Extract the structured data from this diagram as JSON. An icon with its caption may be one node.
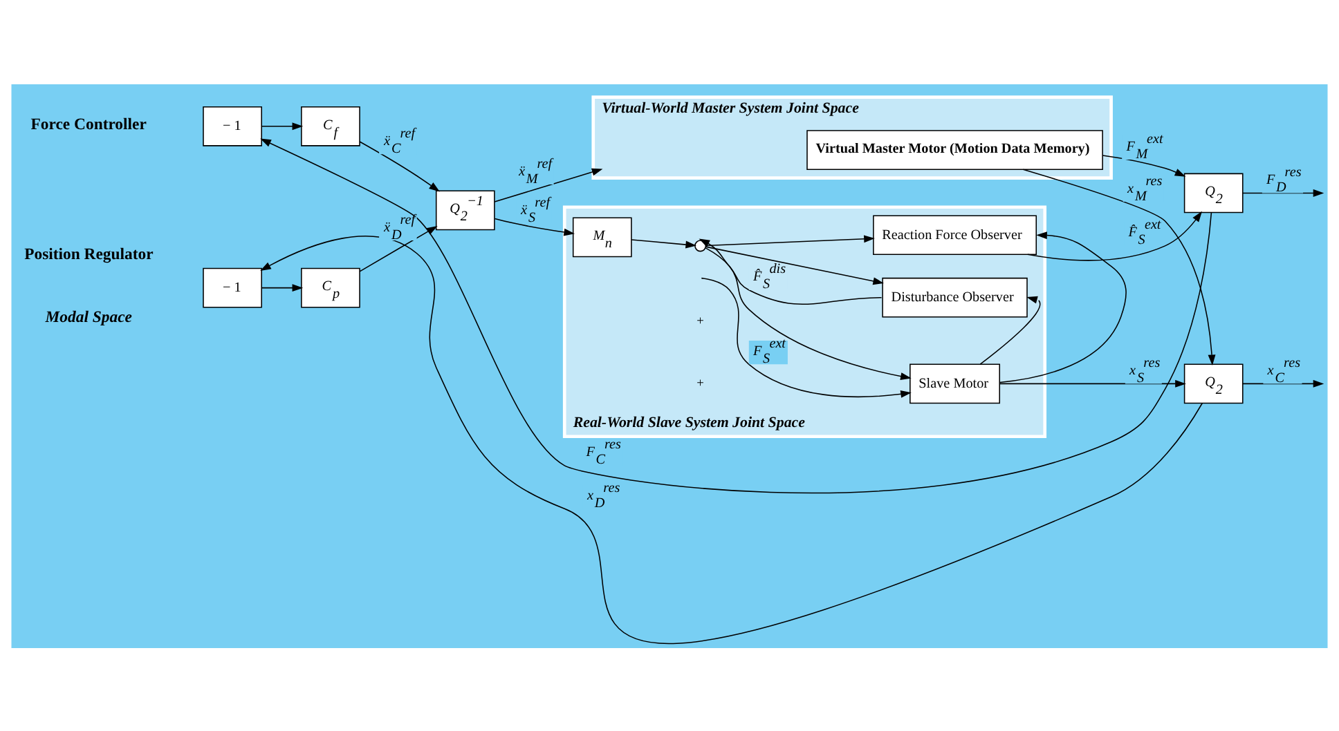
{
  "diagram": {
    "nodes": [
      {
        "text": [
          "Virtual-World Master System Joint Space"
        ]
      },
      {
        "text": [
          "Real-World Slave System Joint Space"
        ]
      },
      {
        "text": [
          "− 1"
        ]
      },
      {
        "text": [
          "C$_{f}$"
        ]
      },
      {
        "text": [
          "Q$_{2}$$^{−1}$"
        ]
      },
      {
        "text": [
          "Virtual Master Motor (Motion Data Memory)"
        ],
        "in": 0
      },
      {
        "text": [
          "Q$_{2}$"
        ]
      },
      {
        "text": [
          "Reaction Force Observer"
        ],
        "in": 1
      },
      {
        "text": [
          "Disturbance Observer"
        ],
        "in": 1
      },
      {
        "text": [],
        "shape": "circle",
        "in": 1
      },
      {
        "text": [
          "M$_{n}$"
        ],
        "in": 1
      },
      {
        "text": [
          "Slave Motor"
        ],
        "in": 1
      },
      {
        "text": [
          "Q$_{2}$"
        ]
      },
      {
        "text": [
          "− 1"
        ]
      },
      {
        "text": [
          "C$_{p}$"
        ]
      }
    ],
    "edges": [
      {
        "from": 6,
        "to": 2,
        "arrow": "to",
        "label": "F$_{C}$$^{res}$"
      },
      {
        "from": 2,
        "to": 3,
        "arrow": "to"
      },
      {
        "from": 3,
        "to": 4,
        "arrow": "to",
        "label": "ẍ$_{C}$$^{ref}$"
      },
      {
        "from": 14,
        "to": 4,
        "arrow": "to",
        "label": "ẍ$_{D}$$^{ref}$"
      },
      {
        "from": 4,
        "to": 0,
        "arrow": "to",
        "label": "ẍ$_{M}$$^{ref}$"
      },
      {
        "from": 4,
        "to": 10,
        "arrow": "to",
        "label": "ẍ$_{S}$$^{ref}$"
      },
      {
        "from": 5,
        "to": 12,
        "arrow": "to",
        "label": "x$_{M}$$^{res}$"
      },
      {
        "from": 5,
        "to": 6,
        "arrow": "to",
        "label": "F$_{M}$$^{ext}$"
      },
      {
        "from": 7,
        "to": 6,
        "arrow": "to",
        "label": "F̂$_{S}$$^{ext}$"
      },
      {
        "from": 6,
        "to": null,
        "arrow": "to",
        "label": "F$_{D}$$^{res}$"
      },
      {
        "from": 10,
        "to": 9,
        "arrow": "to"
      },
      {
        "from": 8,
        "to": 9,
        "arrow": "to",
        "label": "F̂$_{S}$$^{dis}$"
      },
      {
        "from": 9,
        "to": 11,
        "arrow": "to"
      },
      {
        "from": 9,
        "to": 7,
        "arrow": "to"
      },
      {
        "from": 9,
        "to": 8,
        "arrow": "to"
      },
      {
        "from": 11,
        "to": 7,
        "arrow": "to"
      },
      {
        "from": 11,
        "to": 8,
        "arrow": "to"
      },
      {
        "from": 11,
        "to": 12,
        "arrow": "to",
        "label": "x$_{S}$$^{res}$"
      },
      {
        "from": null,
        "to": 11,
        "arrow": "to",
        "label": "F$_{S}$$^{ext}$"
      },
      {
        "from": 12,
        "to": null,
        "arrow": "to",
        "label": "x$_{C}$$^{res}$"
      },
      {
        "from": 12,
        "to": 13,
        "arrow": "to",
        "label": "x$_{D}$$^{res}$"
      },
      {
        "from": 13,
        "to": 14,
        "arrow": "to"
      }
    ],
    "labels": [
      "Force Controller",
      "Position Regulator",
      "+",
      "+",
      "Modal Space"
    ]
  }
}
